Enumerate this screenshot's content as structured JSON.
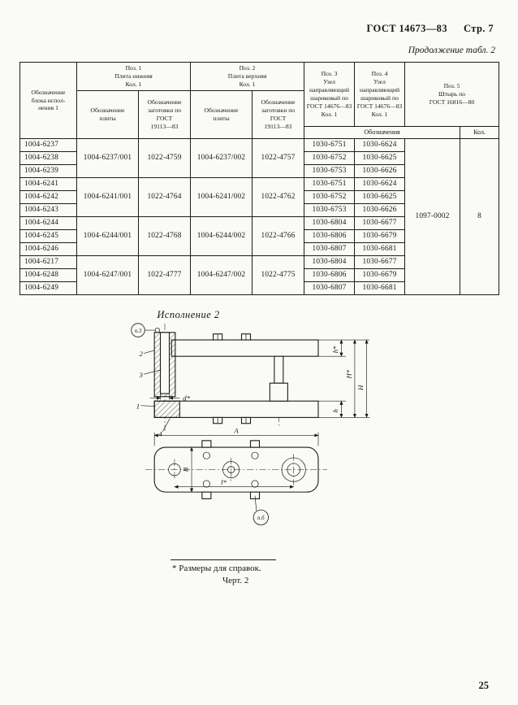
{
  "page": {
    "doc_number": "ГОСТ 14673—83",
    "page_ref": "Стр. 7",
    "continuation": "Продолжение табл. 2",
    "footer_page_number": "25"
  },
  "table": {
    "headers": {
      "block": "Обозначение\nблока испол-\nнения 1",
      "pos1": "Поз. 1\nПлита нижняя\nКол. 1",
      "pos2": "Поз. 2\nПлита верхняя\nКол. 1",
      "plate_designation": "Обозначение\nплиты",
      "blank_designation": "Обозначение\nзаготовки по\nГОСТ\n19113—83",
      "pos3": "Поз. 3\nУзел\nнаправляющий\nшариковый по\nГОСТ 14676—83\nКол. 1",
      "pos4": "Поз. 4\nУзел\nнаправляющий\nшариковый по\nГОСТ 14676—83\nКол. 1",
      "pos5": "Поз. 5\nШтырь по\nГОСТ 16816—80",
      "designations": "Обозначения",
      "qty": "Кол."
    },
    "groups": [
      {
        "p1": "1004-6237/001",
        "p1_blank": "1022-4759",
        "p2": "1004-6237/002",
        "p2_blank": "1022-4757"
      },
      {
        "p1": "1004-6241/001",
        "p1_blank": "1022-4764",
        "p2": "1004-6241/002",
        "p2_blank": "1022-4762"
      },
      {
        "p1": "1004-6244/001",
        "p1_blank": "1022-4768",
        "p2": "1004-6244/002",
        "p2_blank": "1022-4766"
      },
      {
        "p1": "1004-6247/001",
        "p1_blank": "1022-4777",
        "p2": "1004-6247/002",
        "p2_blank": "1022-4775"
      }
    ],
    "rows": [
      {
        "block": "1004-6237",
        "pos3": "1030-6751",
        "pos4": "1030-6624"
      },
      {
        "block": "1004-6238",
        "pos3": "1030-6752",
        "pos4": "1030-6625"
      },
      {
        "block": "1004-6239",
        "pos3": "1030-6753",
        "pos4": "1030-6626"
      },
      {
        "block": "1004-6241",
        "pos3": "1030-6751",
        "pos4": "1030-6624"
      },
      {
        "block": "1004-6242",
        "pos3": "1030-6752",
        "pos4": "1030-6625"
      },
      {
        "block": "1004-6243",
        "pos3": "1030-6753",
        "pos4": "1030-6626"
      },
      {
        "block": "1004-6244",
        "pos3": "1030-6804",
        "pos4": "1030-6677"
      },
      {
        "block": "1004-6245",
        "pos3": "1030-6806",
        "pos4": "1030-6679"
      },
      {
        "block": "1004-6246",
        "pos3": "1030-6807",
        "pos4": "1030-6681"
      },
      {
        "block": "1004-6217",
        "pos3": "1030-6804",
        "pos4": "1030-6677"
      },
      {
        "block": "1004-6248",
        "pos3": "1030-6806",
        "pos4": "1030-6679"
      },
      {
        "block": "1004-6249",
        "pos3": "1030-6807",
        "pos4": "1030-6681"
      }
    ],
    "pos5_value": "1097-0002",
    "qty_value": "8"
  },
  "drawing": {
    "title": "Исполнение 2",
    "callout_p3": "п.3",
    "part_2": "2",
    "part_3": "3",
    "part_1": "1",
    "part_4": "4",
    "dim_d": "d*",
    "dim_h_top": "h*",
    "dim_H_star": "H*",
    "dim_H": "H",
    "dim_h_bottom": "h",
    "dim_A": "A",
    "dim_B": "В",
    "dim_l": "l*",
    "callout_pb": "п.б",
    "footnote": "* Размеры для справок.",
    "caption": "Черт. 2"
  }
}
